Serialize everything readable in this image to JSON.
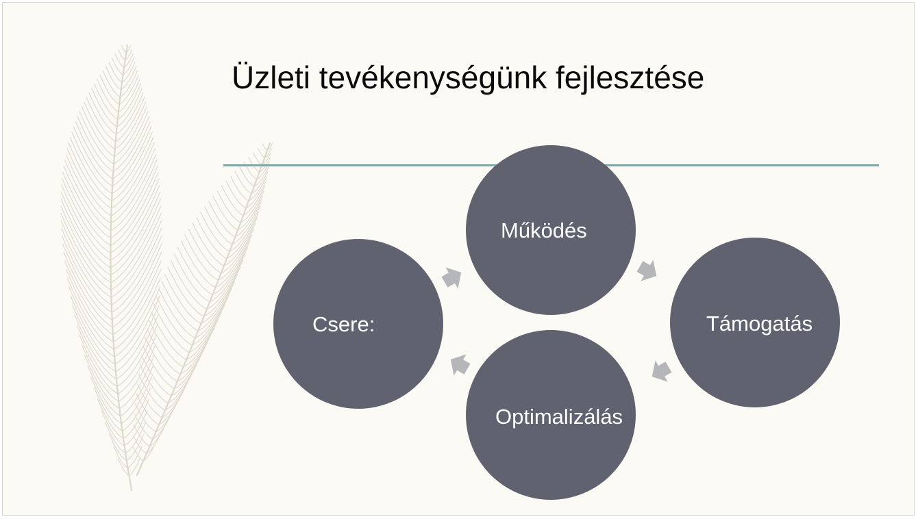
{
  "slide": {
    "title": "Üzleti tevékenységünk fejlesztése",
    "colors": {
      "background": "#fbfaf5",
      "rule": "#7fa5a1",
      "node_fill": "#60626f",
      "arrow": "#b5b6ba",
      "feather": "#dcd8cb"
    }
  },
  "diagram": {
    "type": "cycle",
    "nodes": [
      {
        "id": "mukodes",
        "label": "Működés"
      },
      {
        "id": "tamogatas",
        "label": "Támogatás"
      },
      {
        "id": "optimalizalas",
        "label": "Optimalizálás"
      },
      {
        "id": "csere",
        "label": "Csere:"
      }
    ],
    "arrows": [
      {
        "from": "csere",
        "to": "mukodes",
        "icon": "arrow-right-icon"
      },
      {
        "from": "mukodes",
        "to": "tamogatas",
        "icon": "arrow-right-icon"
      },
      {
        "from": "tamogatas",
        "to": "optimalizalas",
        "icon": "arrow-left-icon"
      },
      {
        "from": "optimalizalas",
        "to": "csere",
        "icon": "arrow-left-icon"
      }
    ]
  },
  "decoration": {
    "icon": "feather-icon"
  }
}
